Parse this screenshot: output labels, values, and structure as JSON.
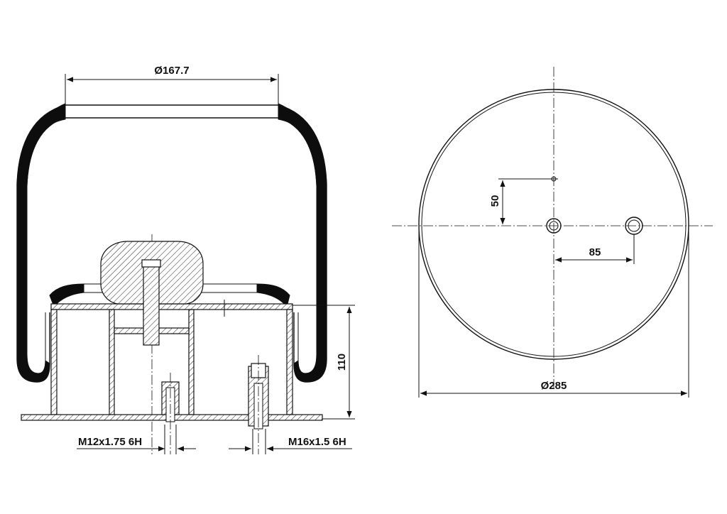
{
  "dimensions": {
    "top_diameter": "Ø167.7",
    "height": "110",
    "thread_left": "M12x1.75 6H",
    "thread_right": "M16x1.5 6H",
    "offset_vertical": "50",
    "offset_horizontal": "85",
    "plate_diameter": "Ø285"
  }
}
